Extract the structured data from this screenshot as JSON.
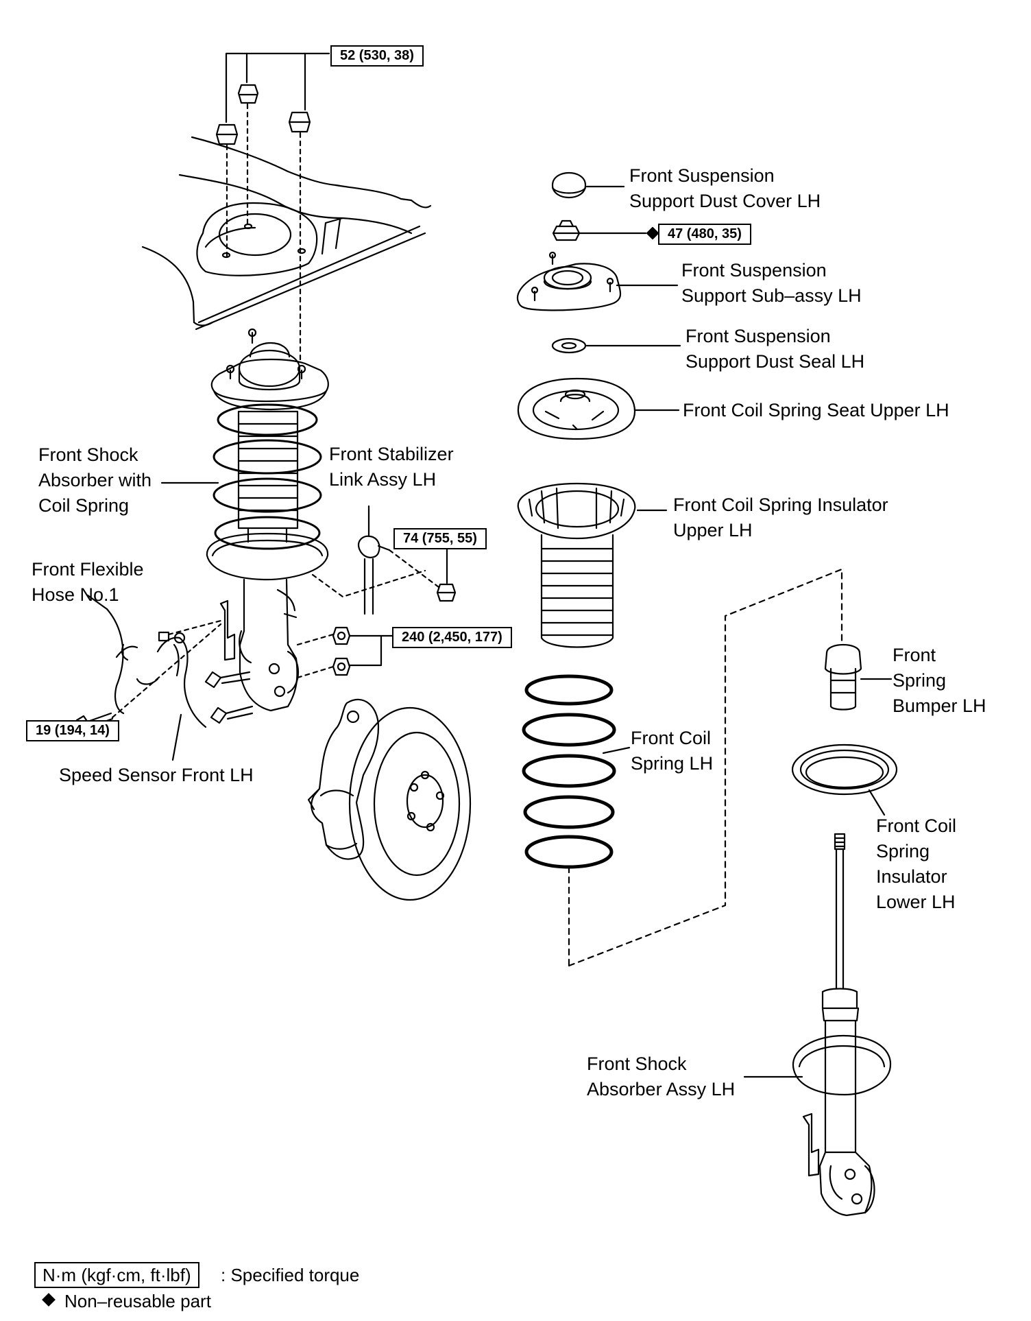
{
  "torques": {
    "strut_upper_nuts": "52 (530, 38)",
    "support_nut": "47 (480, 35)",
    "stabilizer_link_nut": "74 (755, 55)",
    "knuckle_nuts": "240 (2,450, 177)",
    "hose_bolt": "19 (194, 14)"
  },
  "labels": {
    "dust_cover": [
      "Front Suspension",
      "Support Dust Cover LH"
    ],
    "support_sub_assy": [
      "Front Suspension",
      "Support Sub–assy LH"
    ],
    "dust_seal": [
      "Front Suspension",
      "Support Dust Seal LH"
    ],
    "spring_seat_upper": "Front Coil Spring Seat Upper LH",
    "shock_with_spring": [
      "Front Shock",
      "Absorber with",
      "Coil Spring"
    ],
    "stabilizer_link": [
      "Front Stabilizer",
      "Link Assy LH"
    ],
    "insulator_upper": [
      "Front Coil Spring Insulator",
      "Upper LH"
    ],
    "flexible_hose": [
      "Front Flexible",
      "Hose No.1"
    ],
    "spring_bumper": [
      "Front",
      "Spring",
      "Bumper LH"
    ],
    "coil_spring": [
      "Front Coil",
      "Spring LH"
    ],
    "speed_sensor": "Speed Sensor Front LH",
    "insulator_lower": [
      "Front Coil",
      "Spring",
      "Insulator",
      "Lower LH"
    ],
    "shock_absorber_assy": [
      "Front Shock",
      "Absorber Assy LH"
    ]
  },
  "legend": {
    "torque_box": "N·m (kgf·cm, ft·lbf)",
    "torque_text": ": Specified torque",
    "nonreusable_text": "Non–reusable part",
    "diamond_icon": "diamond-icon"
  }
}
